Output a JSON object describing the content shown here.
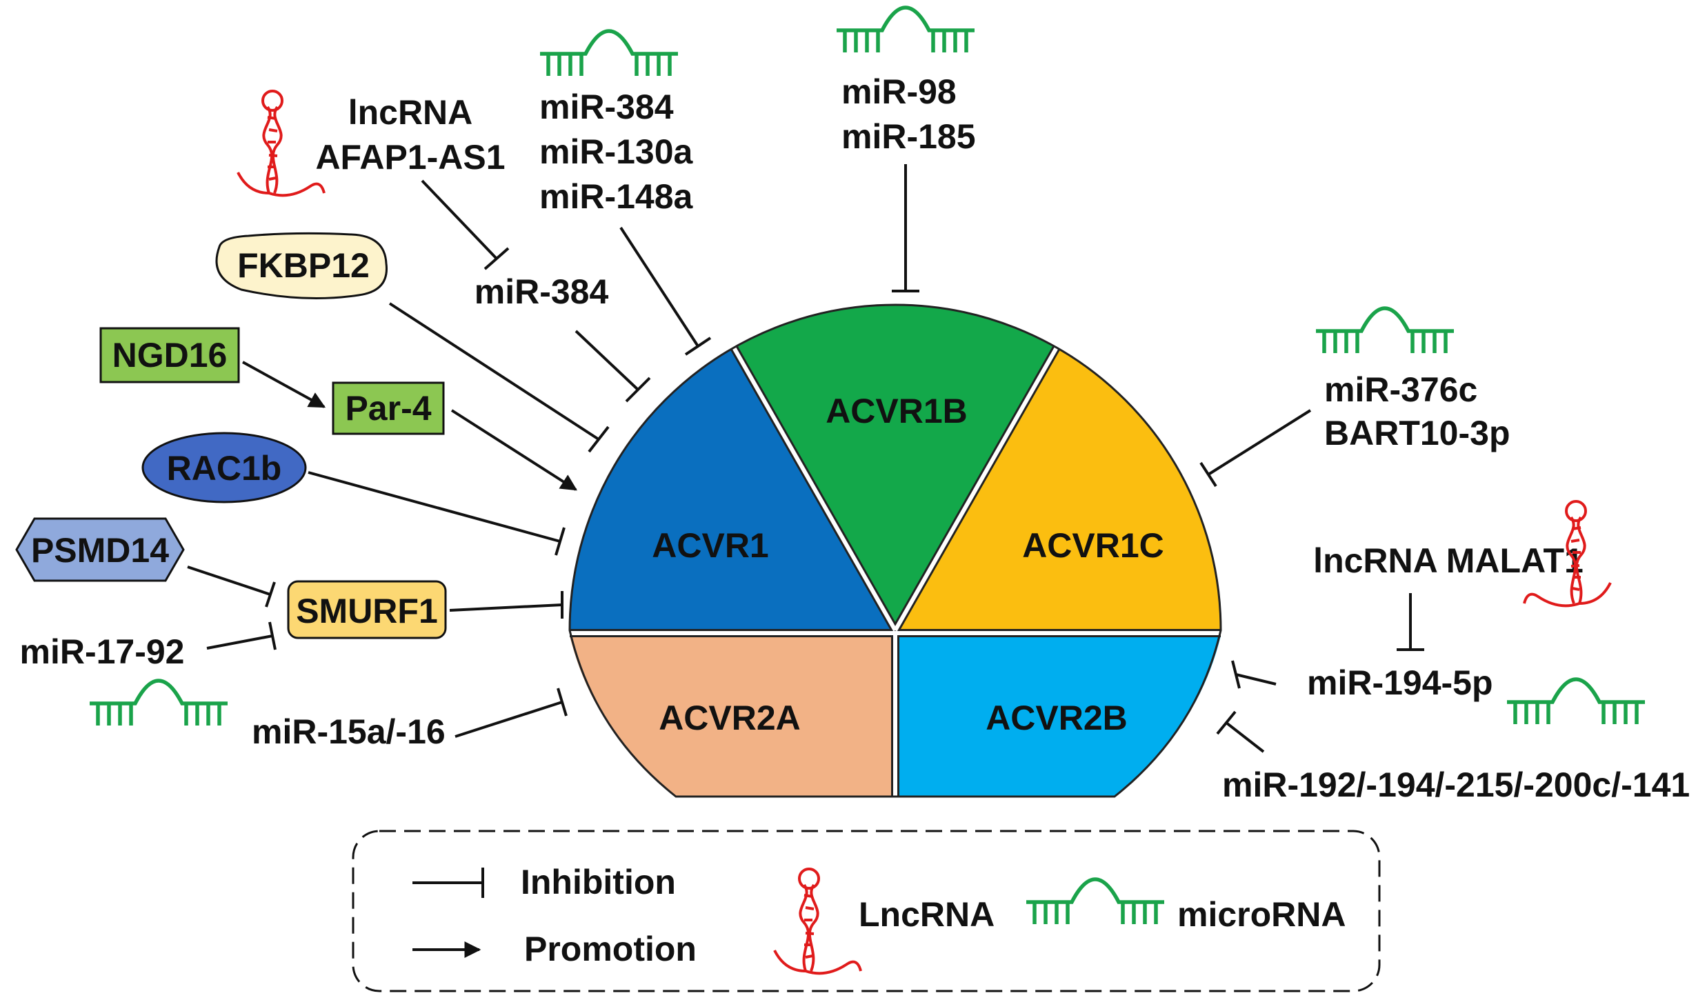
{
  "colors": {
    "acvr1": "#0a6fbf",
    "acvr1b": "#13a84a",
    "acvr1c": "#fbbe10",
    "acvr2a": "#f2b286",
    "acvr2b": "#00aeef",
    "fkbp12": "#fdf3cc",
    "ngd16": "#8cc752",
    "par4": "#8cc752",
    "rac1b": "#4169c4",
    "psmd14": "#8fa9dc",
    "smurf1": "#fcd873",
    "microrna": "#1aa34a",
    "lncrna": "#e01b1b"
  },
  "receptors": {
    "acvr1": "ACVR1",
    "acvr1b": "ACVR1B",
    "acvr1c": "ACVR1C",
    "acvr2a": "ACVR2A",
    "acvr2b": "ACVR2B"
  },
  "regulators": {
    "lnc_afap1_line1": "lncRNA",
    "lnc_afap1_line2": "AFAP1-AS1",
    "mir384_target": "miR-384",
    "mir_group1": [
      "miR-384",
      "miR-130a",
      "miR-148a"
    ],
    "mir_group2": [
      "miR-98",
      "miR-185"
    ],
    "fkbp12": "FKBP12",
    "ngd16": "NGD16",
    "par4": "Par-4",
    "rac1b": "RAC1b",
    "psmd14": "PSMD14",
    "smurf1": "SMURF1",
    "mir1792": "miR-17-92",
    "mir15a16": "miR-15a/-16",
    "mir_group3": [
      "miR-376c",
      "BART10-3p"
    ],
    "lnc_malat1": "lncRNA MALAT1",
    "mir1945p": "miR-194-5p",
    "mir_cluster": "miR-192/-194/-215/-200c/-141"
  },
  "legend": {
    "inhibition": "Inhibition",
    "promotion": "Promotion",
    "lncrna": "LncRNA",
    "microrna": "microRNA"
  }
}
